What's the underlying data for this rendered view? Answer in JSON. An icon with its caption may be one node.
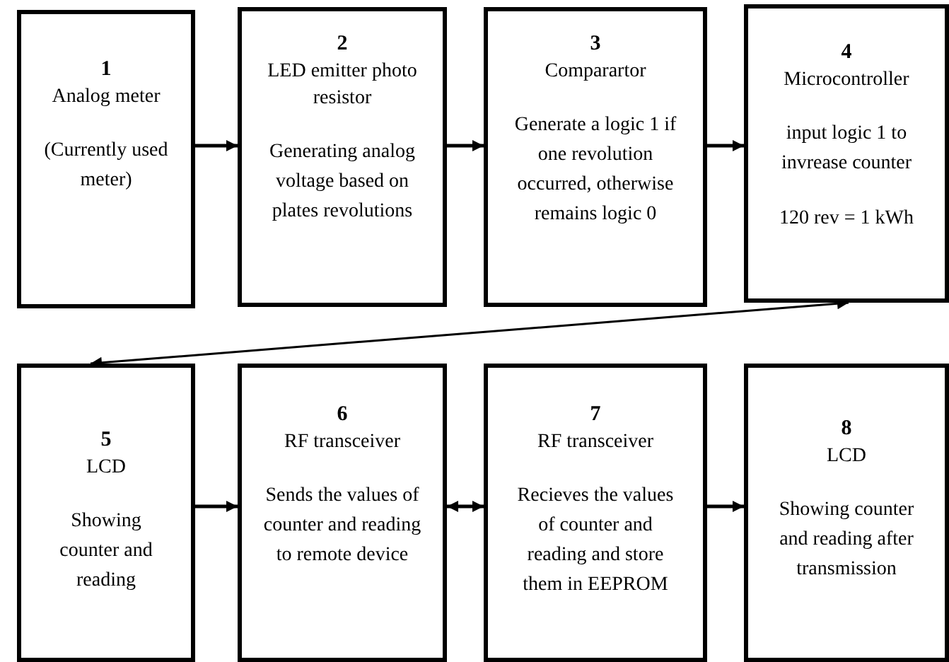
{
  "diagram": {
    "nodes": [
      {
        "text": [
          "1",
          "Analog meter",
          "(Currently used meter)"
        ]
      },
      {
        "text": [
          "2",
          "LED emitter photo resistor",
          "Generating analog voltage based on plates revolutions"
        ]
      },
      {
        "text": [
          "3",
          "Comparartor",
          "Generate a logic 1 if one revolution occurred, otherwise remains logic 0"
        ]
      },
      {
        "text": [
          "4",
          "Microcontroller",
          "input logic 1 to invrease counter",
          "120 rev = 1 kWh"
        ]
      },
      {
        "text": [
          "5",
          "LCD",
          "Showing counter and reading"
        ]
      },
      {
        "text": [
          "6",
          "RF transceiver",
          "Sends the values of counter and reading to remote device"
        ]
      },
      {
        "text": [
          "7",
          "RF transceiver",
          "Recieves the values of counter and reading and store them in EEPROM"
        ]
      },
      {
        "text": [
          "8",
          "LCD",
          "Showing counter and reading after transmission"
        ]
      }
    ],
    "edges": [
      {
        "from": 0,
        "to": 1,
        "arrow": "to"
      },
      {
        "from": 1,
        "to": 2,
        "arrow": "to"
      },
      {
        "from": 2,
        "to": 3,
        "arrow": "to"
      },
      {
        "from": 3,
        "to": 4,
        "arrow": "both"
      },
      {
        "from": 4,
        "to": 5,
        "arrow": "to"
      },
      {
        "from": 5,
        "to": 6,
        "arrow": "both"
      },
      {
        "from": 6,
        "to": 7,
        "arrow": "to"
      }
    ]
  }
}
